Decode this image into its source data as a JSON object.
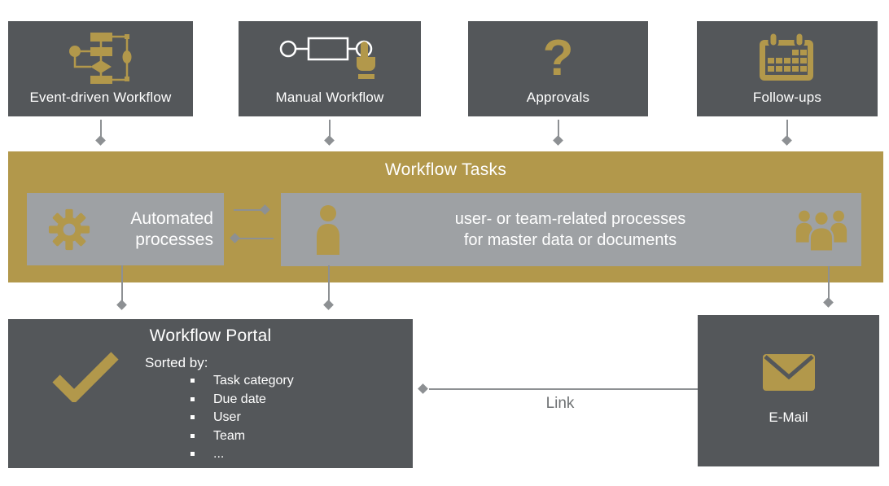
{
  "colors": {
    "gold": "#B2984B",
    "dark_box": "#54575A",
    "inner_box_gray": "#9EA1A4",
    "arrow_gray": "#8D9093",
    "text_white": "#FFFFFF",
    "link_text_gray": "#6E7173",
    "background": "#FFFFFF"
  },
  "top_row": [
    {
      "label": "Event-driven Workflow",
      "icon": "flowchart-icon"
    },
    {
      "label": "Manual Workflow",
      "icon": "manual-click-icon"
    },
    {
      "label": "Approvals",
      "icon": "question-mark-icon",
      "glyph": "?"
    },
    {
      "label": "Follow-ups",
      "icon": "calendar-icon"
    }
  ],
  "workflow_tasks_band": {
    "title": "Workflow Tasks",
    "automated_processes": {
      "line1": "Automated",
      "line2": "processes",
      "icon": "gear-icon"
    },
    "user_team_processes": {
      "line1": "user- or team-related processes",
      "line2": "for master data or documents",
      "left_icon": "person-icon",
      "right_icon": "team-icon"
    }
  },
  "workflow_portal": {
    "title": "Workflow Portal",
    "icon": "checkmark-icon",
    "sorted_by_label": "Sorted by:",
    "sort_items": [
      "Task category",
      "Due date",
      "User",
      "Team",
      "..."
    ]
  },
  "email_box": {
    "label": "E-Mail",
    "icon": "envelope-icon"
  },
  "link_label": "Link"
}
